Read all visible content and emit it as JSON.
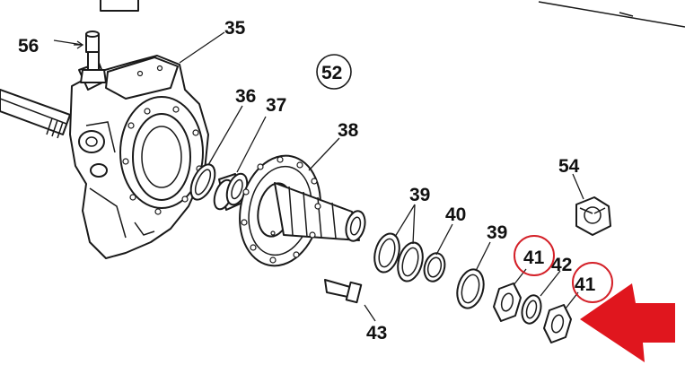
{
  "labels": {
    "l35": "35",
    "l56": "56",
    "l36": "36",
    "l37": "37",
    "l52": "52",
    "l38": "38",
    "l39a": "39",
    "l40": "40",
    "l39b": "39",
    "l54": "54",
    "l41a": "41",
    "l42": "42",
    "l41b": "41",
    "l43": "43"
  },
  "colors": {
    "highlight_circle": "#d42028",
    "arrow": "#e0161e",
    "line": "#1a1a1a"
  },
  "highlighted_parts": [
    "41",
    "41"
  ],
  "pointer_icon": "red-arrow-icon"
}
